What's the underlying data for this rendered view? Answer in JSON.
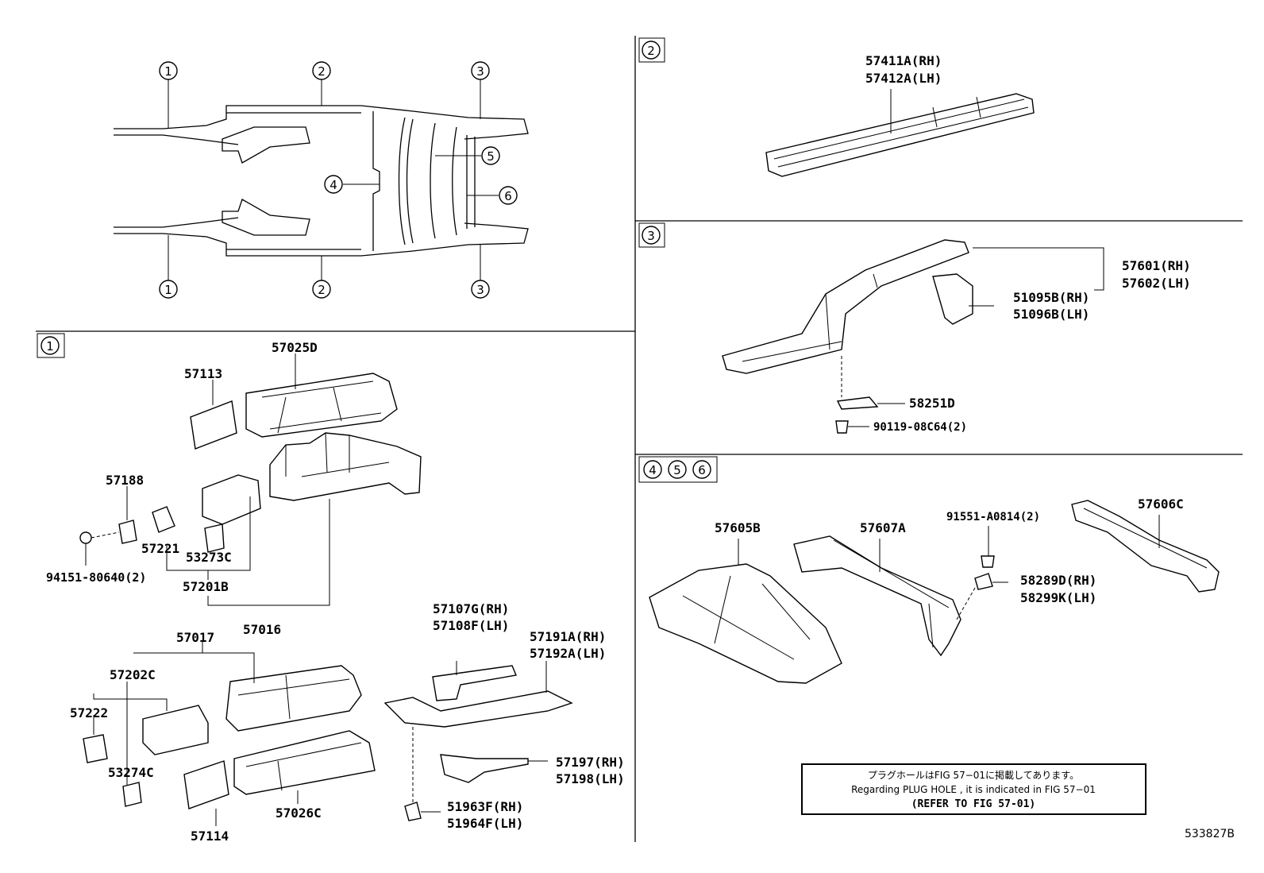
{
  "overview": {
    "callouts": [
      "1",
      "2",
      "3",
      "4",
      "5",
      "6"
    ]
  },
  "sections": {
    "s1": "1",
    "s2": "2",
    "s3": "3",
    "s456": [
      "4",
      "5",
      "6"
    ]
  },
  "parts": {
    "p57025D": "57025D",
    "p57113": "57113",
    "p57188": "57188",
    "p57221": "57221",
    "p53273C": "53273C",
    "p94151": "94151-80640(2)",
    "p57201B": "57201B",
    "p57016": "57016",
    "p57017": "57017",
    "p57202C": "57202C",
    "p57222": "57222",
    "p53274C": "53274C",
    "p57114": "57114",
    "p57026C": "57026C",
    "p57107G": "57107G(RH)",
    "p57108F": "57108F(LH)",
    "p57191A": "57191A(RH)",
    "p57192A": "57192A(LH)",
    "p57197": "57197(RH)",
    "p57198": "57198(LH)",
    "p51963F": "51963F(RH)",
    "p51964F": "51964F(LH)",
    "p57411A": "57411A(RH)",
    "p57412A": "57412A(LH)",
    "p57601": "57601(RH)",
    "p57602": "57602(LH)",
    "p51095B": "51095B(RH)",
    "p51096B": "51096B(LH)",
    "p58251D": "58251D",
    "p90119": "90119-08C64(2)",
    "p57605B": "57605B",
    "p57607A": "57607A",
    "p91551": "91551-A0814(2)",
    "p57606C": "57606C",
    "p58289D": "58289D(RH)",
    "p58299K": "58299K(LH)"
  },
  "note": {
    "jp": "プラグホールはFIG 57−01に掲載してあります。",
    "en": "Regarding  PLUG  HOLE , it is indicated in  FIG  57−01",
    "ref": "(REFER TO FIG 57-01)"
  },
  "figure_id": "533827B"
}
